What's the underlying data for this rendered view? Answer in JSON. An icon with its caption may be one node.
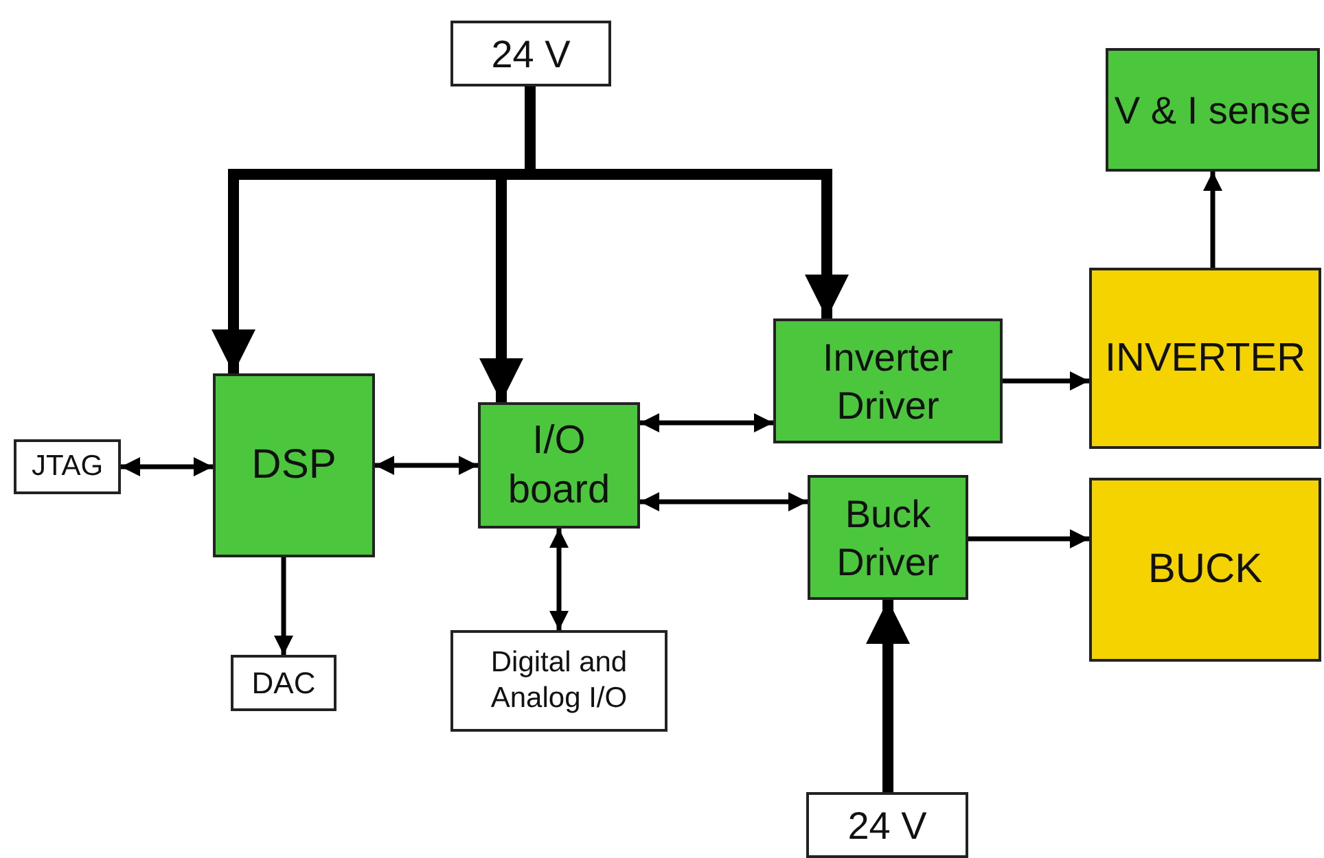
{
  "diagram": {
    "nodes": [
      {
        "text": [
          "24 V"
        ]
      },
      {
        "text": [
          "V & I sense"
        ]
      },
      {
        "text": [
          "DSP"
        ]
      },
      {
        "text": [
          "I/O board"
        ]
      },
      {
        "text": [
          "Inverter Driver"
        ]
      },
      {
        "text": [
          "INVERTER"
        ]
      },
      {
        "text": [
          "Buck Driver"
        ]
      },
      {
        "text": [
          "BUCK"
        ]
      },
      {
        "text": [
          "JTAG"
        ]
      },
      {
        "text": [
          "DAC"
        ]
      },
      {
        "text": [
          "Digital and Analog I/O"
        ]
      },
      {
        "text": [
          "24 V"
        ]
      }
    ],
    "edges": [
      {
        "from": 0,
        "to": 2,
        "arrow": "to",
        "style": "thick"
      },
      {
        "from": 0,
        "to": 3,
        "arrow": "to",
        "style": "thick"
      },
      {
        "from": 0,
        "to": 4,
        "arrow": "to",
        "style": "thick"
      },
      {
        "from": 8,
        "to": 2,
        "arrow": "both"
      },
      {
        "from": 2,
        "to": 9,
        "arrow": "to"
      },
      {
        "from": 2,
        "to": 3,
        "arrow": "both"
      },
      {
        "from": 3,
        "to": 4,
        "arrow": "both"
      },
      {
        "from": 3,
        "to": 6,
        "arrow": "both"
      },
      {
        "from": 3,
        "to": 10,
        "arrow": "both"
      },
      {
        "from": 4,
        "to": 5,
        "arrow": "to"
      },
      {
        "from": 5,
        "to": 1,
        "arrow": "to"
      },
      {
        "from": 6,
        "to": 7,
        "arrow": "to"
      },
      {
        "from": 11,
        "to": 6,
        "arrow": "to",
        "style": "thick"
      }
    ]
  }
}
